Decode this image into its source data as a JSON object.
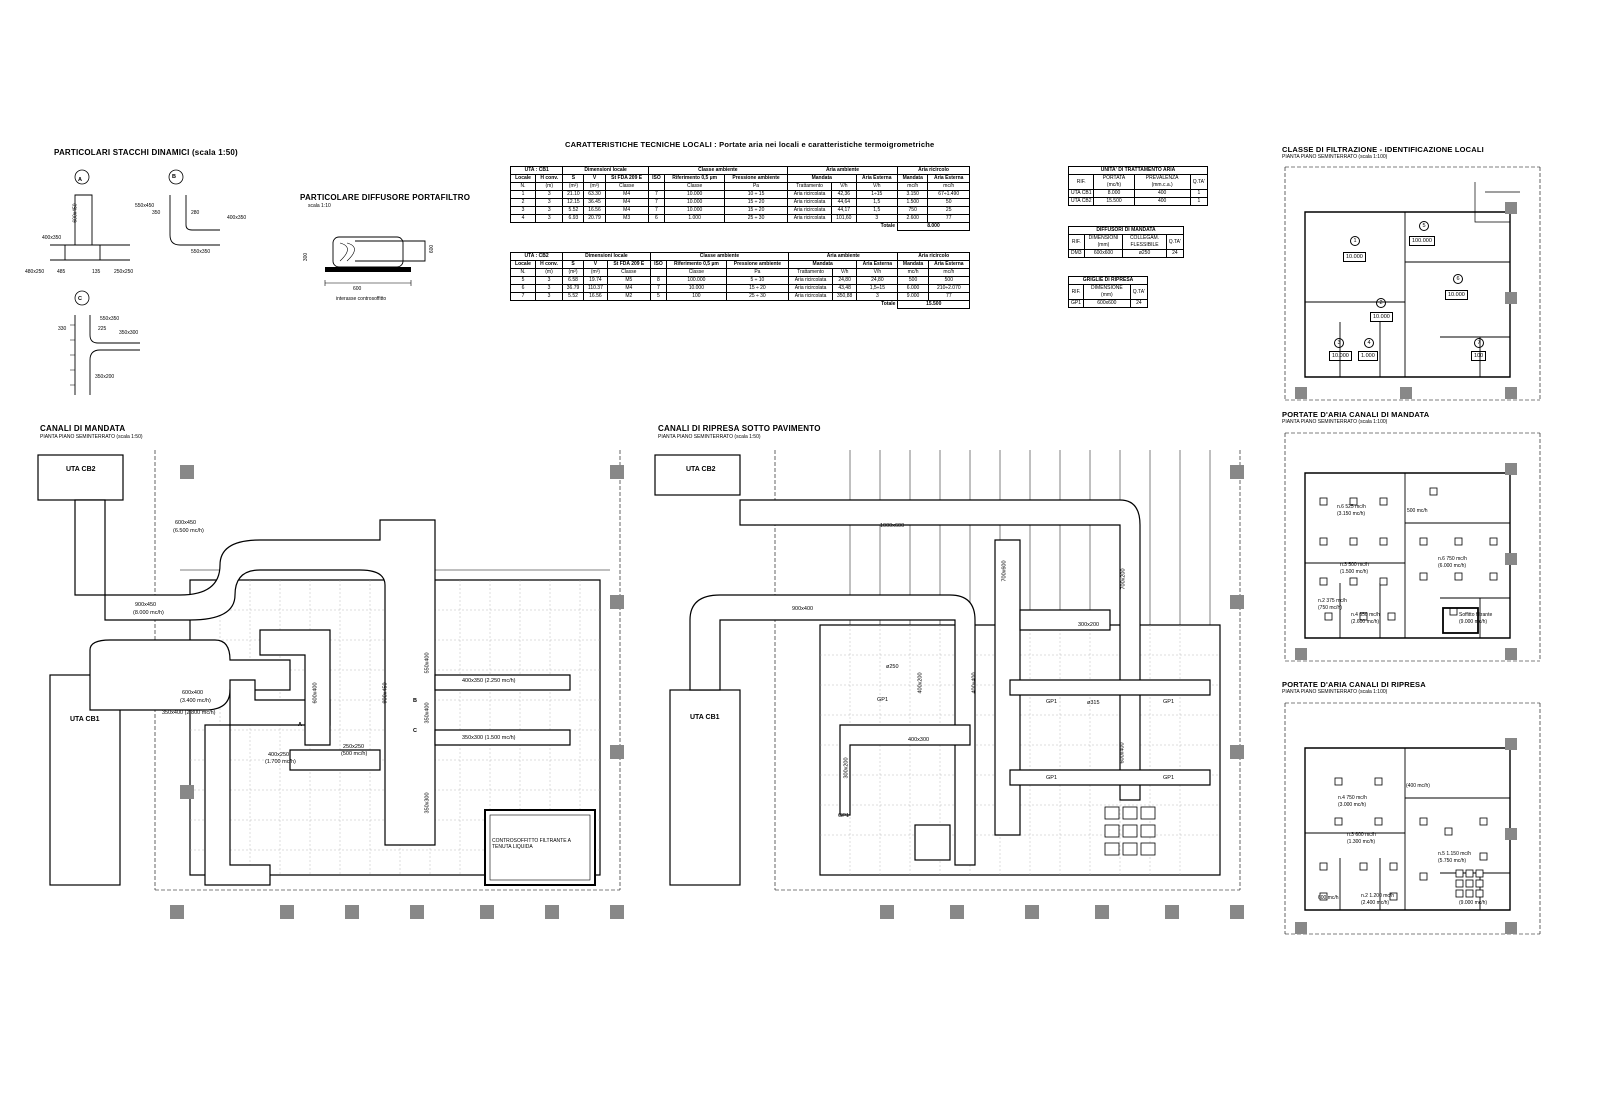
{
  "stacchi": {
    "title": "PARTICOLARI STACCHI DINAMICI (scala 1:50)",
    "markers": [
      "A",
      "B",
      "C"
    ],
    "dims_a": [
      "600x450",
      "400x350",
      "480x250",
      "485",
      "135",
      "250x250"
    ],
    "dims_b": [
      "550x450",
      "350",
      "280",
      "400x350",
      "550x350"
    ],
    "dims_c": [
      "330",
      "225",
      "550x350",
      "350x300",
      "350x200"
    ]
  },
  "diffusore": {
    "title": "PARTICOLARE DIFFUSORE PORTAFILTRO",
    "scale": "scala 1:10",
    "dims": [
      "300",
      "600",
      "600"
    ],
    "caption": "interasse controsoffitto"
  },
  "caratteristiche": {
    "title": "CARATTERISTICHE TECNICHE LOCALI : Portate aria nei locali e caratteristiche termoigrometriche",
    "cb1": {
      "group_header": [
        "UTA : CB1",
        "Dimensioni locale",
        "Classe ambiente",
        "Aria ambiente",
        "Aria ricircolo"
      ],
      "columns": [
        "Locale",
        "H conv.",
        "S",
        "V",
        "St FDA 209 E",
        "ISO",
        "Riferimento 0,5 µm",
        "Pressione ambiente",
        "Mandata",
        "Aria Esterna",
        "Mandata",
        "Aria Esterna"
      ],
      "units": [
        "N.",
        "(m)",
        "(m²)",
        "(m³)",
        "Classe",
        "",
        "Classe",
        "Pa",
        "Trattamento",
        "V/h",
        "V/h",
        "mc/h",
        "mc/h"
      ],
      "rows": [
        [
          "1",
          "3",
          "21.10",
          "63.30",
          "M4",
          "7",
          "10.000",
          "10 ÷ 15",
          "Aria ricircolata",
          "42,36",
          "1÷15",
          "3.150",
          "67÷1.490"
        ],
        [
          "2",
          "3",
          "12.15",
          "36.45",
          "M4",
          "7",
          "10.000",
          "15 ÷ 20",
          "Aria ricircolata",
          "44,64",
          "1,5",
          "1.500",
          "50"
        ],
        [
          "3",
          "3",
          "5.52",
          "16.56",
          "M4",
          "7",
          "10.000",
          "15 ÷ 20",
          "Aria ricircolata",
          "44,17",
          "1,5",
          "750",
          "25"
        ],
        [
          "4",
          "3",
          "6.93",
          "20.79",
          "M3",
          "6",
          "1.000",
          "25 ÷ 30",
          "Aria ricircolata",
          "101,60",
          "3",
          "2.600",
          "77"
        ]
      ],
      "total_label": "Totale",
      "total": "8.000"
    },
    "cb2": {
      "group_header": [
        "UTA : CB2",
        "Dimensioni locale",
        "Classe ambiente",
        "Aria ambiente",
        "Aria ricircolo"
      ],
      "rows": [
        [
          "5",
          "3",
          "6.58",
          "19.74",
          "M5",
          "8",
          "100.000",
          "5 ÷ 10",
          "Aria ricircolata",
          "24,80",
          "24,80",
          "500",
          "500"
        ],
        [
          "6",
          "3",
          "36.79",
          "110.37",
          "M4",
          "7",
          "10.000",
          "15 ÷ 20",
          "Aria ricircolata",
          "43,48",
          "1,5÷15",
          "6.000",
          "210÷2.070"
        ],
        [
          "7",
          "3",
          "5.52",
          "16.56",
          "M2",
          "5",
          "100",
          "25 ÷ 30",
          "Aria ricircolata",
          "350,88",
          "3",
          "9.000",
          "77"
        ]
      ],
      "total_label": "Totale",
      "total": "15.500"
    }
  },
  "uta_table": {
    "title": "UNITA' DI TRATTAMENTO ARIA",
    "columns": [
      "RIF.",
      "PORTATA (mc/h)",
      "PREVALENZA (mm.c.a.)",
      "Q.TA'"
    ],
    "rows": [
      [
        "UTA CB1",
        "8.000",
        "400",
        "1"
      ],
      [
        "UTA CB2",
        "15.500",
        "400",
        "1"
      ]
    ]
  },
  "diffusori_table": {
    "title": "DIFFUSORI DI MANDATA",
    "columns": [
      "RIF.",
      "DIMENSIONI (mm)",
      "COLLEGAM. FLESSIBILE",
      "Q.TA'"
    ],
    "rows": [
      [
        "DM3",
        "600x600",
        "ø250",
        "24"
      ]
    ]
  },
  "griglie_table": {
    "title": "GRIGLIE DI RIPRESA",
    "columns": [
      "RIF.",
      "DIMENSIONE (mm)",
      "Q.TA'"
    ],
    "rows": [
      [
        "GP1",
        "600x600",
        "24"
      ]
    ]
  },
  "mandata": {
    "title": "CANALI DI MANDATA",
    "subtitle": "PIANTA PIANO SEMINTERRATO (scala 1:50)",
    "uta_cb2": "UTA CB2",
    "uta_cb1": "UTA CB1",
    "labels": [
      "600x450",
      "(6.500 mc/h)",
      "900x450",
      "(8.000 mc/h)",
      "600x400",
      "(3.400 mc/h)",
      "350x400 (2.800 mc/h)",
      "600x400",
      "900x450",
      "400x250",
      "(1.700 mc/h)",
      "250x250",
      "(500 mc/h)",
      "400x350 (2.250 mc/h)",
      "350x300 (1.500 mc/h)",
      "550x400",
      "350x400",
      "350x300"
    ],
    "controsoffitto": "CONTROSOFFITTO FILTRANTE A TENUTA LIQUIDA",
    "markers": [
      "A",
      "B",
      "C"
    ]
  },
  "ripresa": {
    "title": "CANALI DI RIPRESA SOTTO PAVIMENTO",
    "subtitle": "PIANTA PIANO SEMINTERRATO (scala 1:50)",
    "uta_cb2": "UTA CB2",
    "uta_cb1": "UTA CB1",
    "labels": [
      "1000x600",
      "900x400",
      "700x600",
      "700x200",
      "300x200",
      "400x200",
      "400x300",
      "400x400",
      "600x400",
      "300x200",
      "ø315",
      "ø250"
    ],
    "gp": "GP1"
  },
  "filtrazione": {
    "title": "CLASSE DI FILTRAZIONE - IDENTIFICAZIONE LOCALI",
    "subtitle": "PIANTA PIANO SEMINTERRATO (scala 1:100)",
    "rooms": [
      {
        "n": "1",
        "classe": "10.000"
      },
      {
        "n": "2",
        "classe": "10.000"
      },
      {
        "n": "3",
        "classe": "10.000"
      },
      {
        "n": "4",
        "classe": "1.000"
      },
      {
        "n": "5",
        "classe": "100.000"
      },
      {
        "n": "6",
        "classe": "10.000"
      },
      {
        "n": "7",
        "classe": "100"
      }
    ]
  },
  "portate_mandata": {
    "title": "PORTATE D'ARIA CANALI DI MANDATA",
    "subtitle": "PIANTA PIANO SEMINTERRATO (scala 1:100)",
    "labels": [
      "n.6 525 mc/h",
      "(3.150 mc/h)",
      "500 mc/h",
      "n.6 750 mc/h",
      "(6.000 mc/h)",
      "n.3 500 mc/h",
      "(1.500 mc/h)",
      "n.2 375 mc/h",
      "(750 mc/h)",
      "n.4 650 mc/h",
      "(2.600 mc/h)",
      "Soffitto filtrante",
      "(9.000 mc/h)"
    ]
  },
  "portate_ripresa": {
    "title": "PORTATE D'ARIA CANALI DI RIPRESA",
    "subtitle": "PIANTA PIANO SEMINTERRATO (scala 1:100)",
    "labels": [
      "n.4 750 mc/h",
      "(3.000 mc/h)",
      "(400 mc/h)",
      "n.3 600 mc/h",
      "(1.300 mc/h)",
      "n.5 1.150 mc/h",
      "(5.750 mc/h)",
      "600 mc/h",
      "n.2 1.200 mc/h",
      "(2.400 mc/h)",
      "(9.000 mc/h)"
    ]
  }
}
